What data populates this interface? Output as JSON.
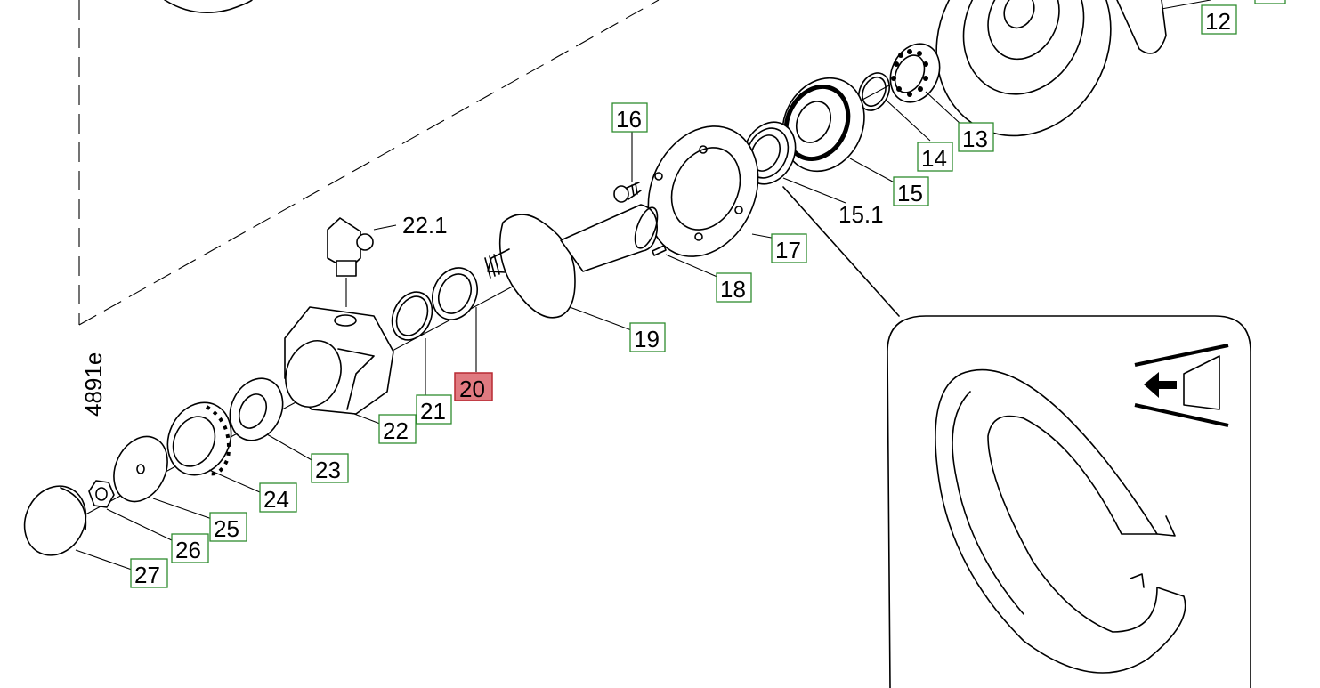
{
  "drawing_id": "4891e",
  "highlight_color": "#e07a80",
  "box_border_color": "#2e8b2e",
  "callouts": {
    "c12": "12",
    "c13": "13",
    "c14": "14",
    "c15": "15",
    "c15_1": "15.1",
    "c16": "16",
    "c17": "17",
    "c18": "18",
    "c19": "19",
    "c20": "20",
    "c21": "21",
    "c22": "22",
    "c22_1": "22.1",
    "c23": "23",
    "c24": "24",
    "c25": "25",
    "c26": "26",
    "c27": "27"
  },
  "selected_callout": "20"
}
